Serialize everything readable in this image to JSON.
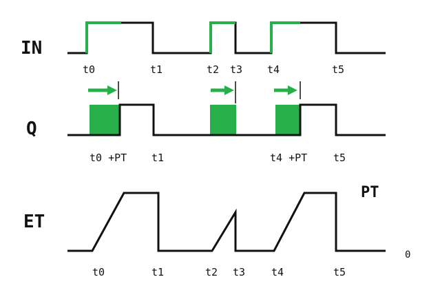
{
  "signals": {
    "in_label": "IN",
    "q_label": "Q",
    "et_label": "ET"
  },
  "in_ticks": [
    "t0",
    "t1",
    "t2",
    "t3",
    "t4",
    "t5"
  ],
  "q_ticks": [
    "t0 +PT",
    "t1",
    "t4 +PT",
    "t5"
  ],
  "et_ticks": [
    "t0",
    "t1",
    "t2",
    "t3",
    "t4",
    "t5"
  ],
  "et_levels": {
    "pt": "PT",
    "zero": "0"
  },
  "colors": {
    "line": "#111111",
    "highlight": "#27b04a"
  }
}
